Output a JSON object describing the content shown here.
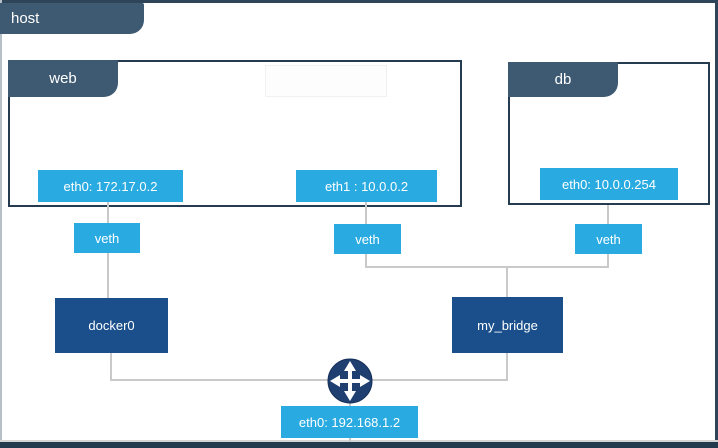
{
  "host": {
    "label": "host"
  },
  "containers": [
    {
      "id": "web",
      "label": "web",
      "interfaces": [
        {
          "label": "eth0: 172.17.0.2"
        },
        {
          "label": "eth1 : 10.0.0.2"
        }
      ]
    },
    {
      "id": "db",
      "label": "db",
      "interfaces": [
        {
          "label": "eth0: 10.0.0.254"
        }
      ]
    }
  ],
  "veths": [
    {
      "label": "veth"
    },
    {
      "label": "veth"
    },
    {
      "label": "veth"
    }
  ],
  "bridges": [
    {
      "label": "docker0"
    },
    {
      "label": "my_bridge"
    }
  ],
  "host_interface": {
    "label": "eth0: 192.168.1.2"
  },
  "icons": {
    "router": "four-way-arrows-routing-icon"
  },
  "colors": {
    "interface_blue": "#29ABE2",
    "bridge_navy": "#1A4F8B",
    "router_navy": "#1E3F70",
    "tab_slate": "#3E5A73",
    "box_border": "#243B50",
    "connector_gray": "#C9C9C9"
  }
}
